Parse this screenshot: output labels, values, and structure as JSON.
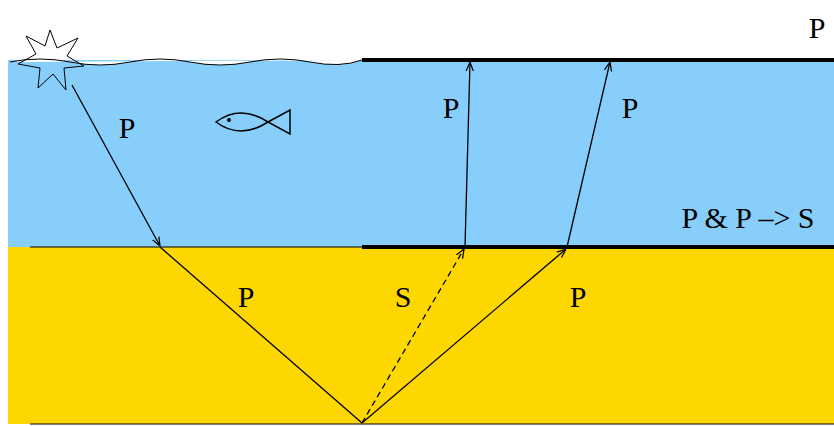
{
  "diagram": {
    "labels": [
      "P",
      "P",
      "P",
      "P",
      "P & P –> S",
      "P",
      "S",
      "P"
    ]
  }
}
